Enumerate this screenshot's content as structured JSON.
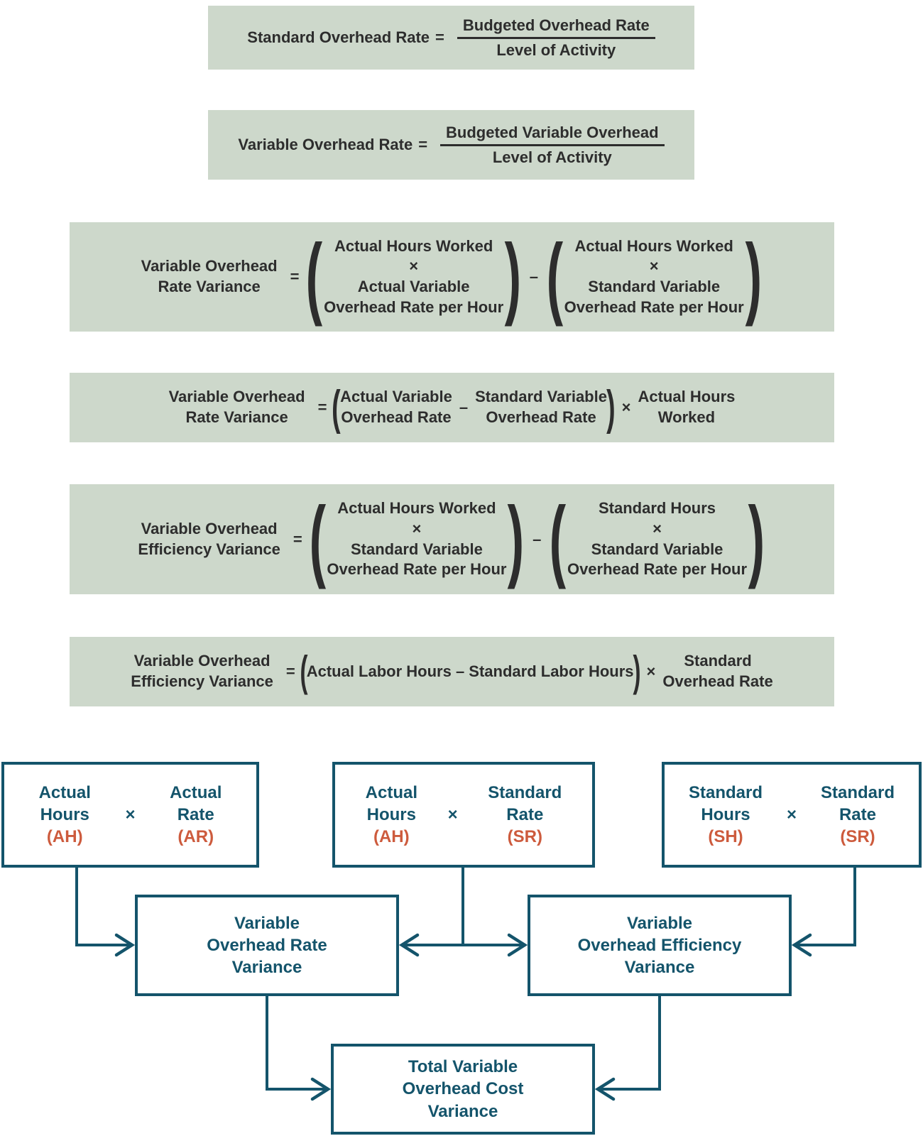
{
  "colors": {
    "band_background": "#cdd8cb",
    "formula_text": "#2d2d2d",
    "teal": "#14546b",
    "orange": "#cd5b3d"
  },
  "symbols": {
    "lparen": "(",
    "rparen": ")"
  },
  "formulas": [
    {
      "label": "Standard Overhead Rate",
      "eq": "=",
      "num": "Budgeted Overhead Rate",
      "den": "Level of Activity"
    },
    {
      "label": "Variable Overhead Rate",
      "eq": "=",
      "num": "Budgeted Variable Overhead",
      "den": "Level of Activity"
    },
    {
      "label1": "Variable Overhead",
      "label2": "Rate Variance",
      "eq": "=",
      "g1": [
        "Actual Hours Worked",
        "×",
        "Actual Variable",
        "Overhead Rate per Hour"
      ],
      "minus": "–",
      "g2": [
        "Actual Hours Worked",
        "×",
        "Standard Variable",
        "Overhead Rate per Hour"
      ]
    },
    {
      "label1": "Variable Overhead",
      "label2": "Rate Variance",
      "eq": "=",
      "a1": "Actual Variable",
      "a2": "Overhead Rate",
      "minus": "–",
      "b1": "Standard Variable",
      "b2": "Overhead Rate",
      "times": "×",
      "c1": "Actual Hours",
      "c2": "Worked"
    },
    {
      "label1": "Variable Overhead",
      "label2": "Efficiency Variance",
      "eq": "=",
      "g1": [
        "Actual Hours Worked",
        "×",
        "Standard Variable",
        "Overhead Rate per Hour"
      ],
      "minus": "–",
      "g2": [
        "Standard Hours",
        "×",
        "Standard Variable",
        "Overhead Rate per Hour"
      ]
    },
    {
      "label1": "Variable Overhead",
      "label2": "Efficiency Variance",
      "eq": "=",
      "inner": "Actual Labor Hours – Standard Labor Hours",
      "times": "×",
      "r1": "Standard",
      "r2": "Overhead Rate"
    }
  ],
  "flowchart": {
    "top_boxes": [
      {
        "l1": "Actual",
        "l2": "Hours",
        "labbr": "(AH)",
        "op": "×",
        "r1": "Actual",
        "r2": "Rate",
        "rabbr": "(AR)"
      },
      {
        "l1": "Actual",
        "l2": "Hours",
        "labbr": "(AH)",
        "op": "×",
        "r1": "Standard",
        "r2": "Rate",
        "rabbr": "(SR)"
      },
      {
        "l1": "Standard",
        "l2": "Hours",
        "labbr": "(SH)",
        "op": "×",
        "r1": "Standard",
        "r2": "Rate",
        "rabbr": "(SR)"
      }
    ],
    "rate_box": {
      "l1": "Variable",
      "l2": "Overhead Rate",
      "l3": "Variance"
    },
    "eff_box": {
      "l1": "Variable",
      "l2": "Overhead Efficiency",
      "l3": "Variance"
    },
    "total_box": {
      "l1": "Total Variable",
      "l2": "Overhead Cost",
      "l3": "Variance"
    }
  }
}
